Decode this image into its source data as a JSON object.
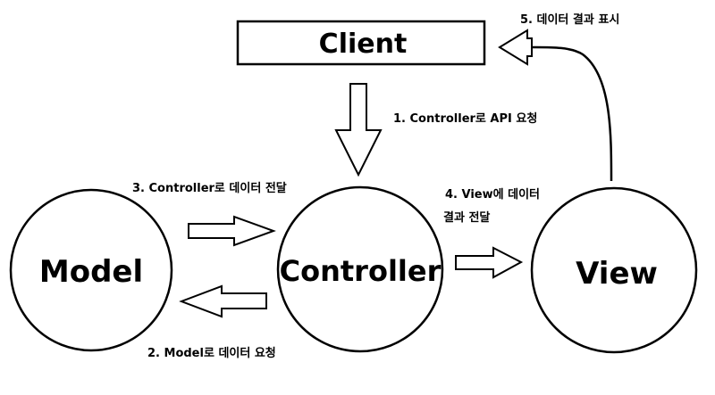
{
  "nodes": {
    "client": "Client",
    "model": "Model",
    "controller": "Controller",
    "view": "View"
  },
  "edges": {
    "step1": "1. Controller로 API 요청",
    "step2": "2. Model로 데이터 요청",
    "step3": "3. Controller로 데이터 전달",
    "step4_line1": "4. View에 데이터",
    "step4_line2": "결과 전달",
    "step5": "5. 데이터 결과 표시"
  },
  "colors": {
    "stroke": "#000000",
    "fill": "#ffffff"
  }
}
